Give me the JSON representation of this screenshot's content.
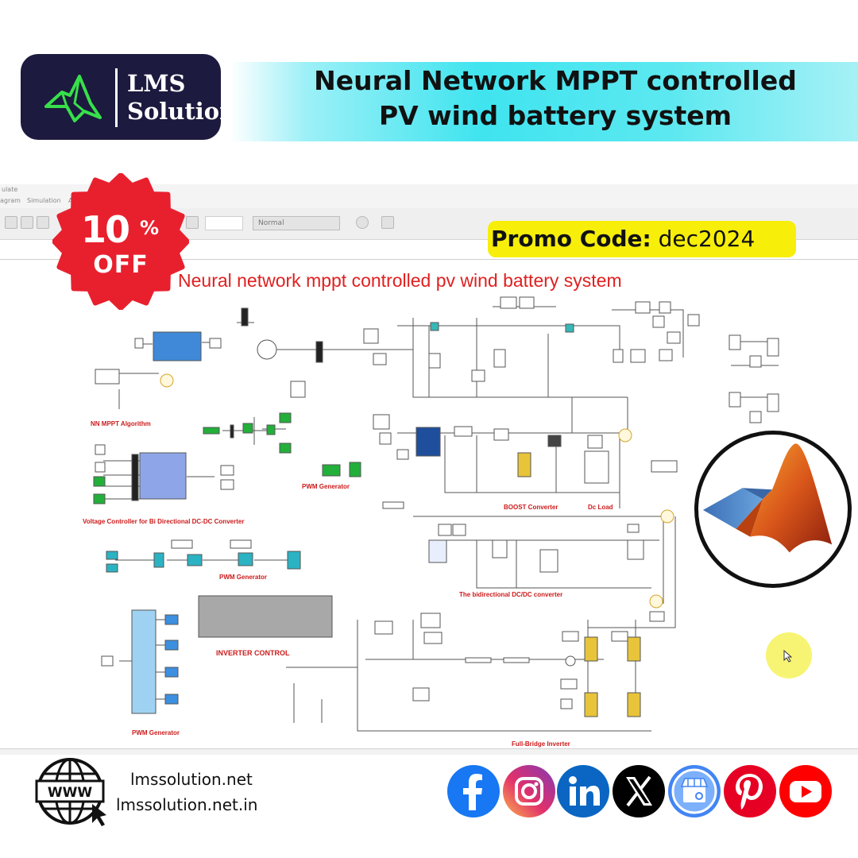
{
  "header": {
    "logo": {
      "line1": "LMS",
      "line2": "Solution",
      "mark_icon": "matlab-outline-icon"
    },
    "title_line1": "Neural Network MPPT controlled",
    "title_line2": "PV wind battery system"
  },
  "badges": {
    "discount_number": "10",
    "discount_percent": "%",
    "discount_word": "OFF",
    "promo_label": "Promo Code:",
    "promo_code": "dec2024"
  },
  "simulink": {
    "diagram_title": "Neural network mppt controlled pv wind battery system",
    "zoom_value": "Normal",
    "menu": [
      "ulate",
      "agram",
      "Simulation",
      "Ar"
    ],
    "subsystems": {
      "nn_mppt": "NN MPPT Algorithm",
      "voltage_controller": "Voltage Controller for Bi Directional DC-DC Converter",
      "pwm_1": "PWM Generator",
      "pwm_2": "PWM Generator",
      "pwm_3": "PWM Generator",
      "boost": "BOOST Converter",
      "dc_load": "Dc Load",
      "bidirectional": "The bidirectional DC/DC converter",
      "inverter_control": "INVERTER CONTROL",
      "full_bridge": "Full-Bridge Inverter"
    }
  },
  "matlab_logo_icon": "matlab-membrane-icon",
  "footer": {
    "website_1": "lmssolution.net",
    "website_2": "lmssolution.net.in",
    "www_icon_label": "WWW"
  },
  "social_icons": [
    {
      "name": "facebook-icon",
      "color": "#1877f2"
    },
    {
      "name": "instagram-icon",
      "color": "#d6249f"
    },
    {
      "name": "linkedin-icon",
      "color": "#0a66c2"
    },
    {
      "name": "x-icon",
      "color": "#000000"
    },
    {
      "name": "google-business-icon",
      "color": "#4285f4"
    },
    {
      "name": "pinterest-icon",
      "color": "#e60023"
    },
    {
      "name": "youtube-icon",
      "color": "#ff0000"
    }
  ],
  "colors": {
    "brand_dark": "#1c1a3e",
    "banner_cyan": "#3fe4ef",
    "badge_red": "#e8202e",
    "promo_yellow": "#f7ee0a",
    "diagram_red": "#e02020"
  }
}
